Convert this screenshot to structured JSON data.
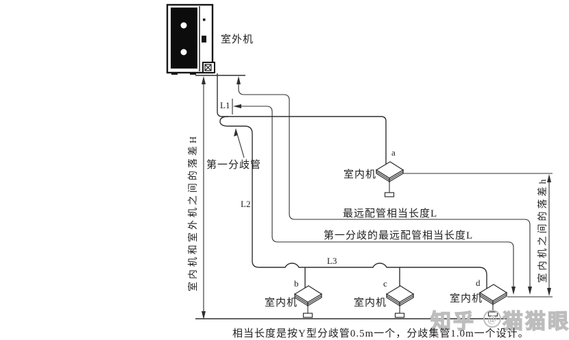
{
  "diagram": {
    "outdoor_unit": {
      "label": "室外机"
    },
    "units": [
      {
        "id": "a",
        "label": "室内机"
      },
      {
        "id": "b",
        "label": "室内机"
      },
      {
        "id": "c",
        "label": "室内机"
      },
      {
        "id": "d",
        "label": "室内机"
      }
    ],
    "pipe_labels": {
      "l1": "L1",
      "l2": "L2",
      "l3": "L3"
    },
    "first_branch": {
      "label": "第一分歧管"
    },
    "dimensions": {
      "left_vertical": "室内机和室外机之间的落差H",
      "right_vertical": "室内机之间的落差h",
      "farthest_pipe": "最远配管相当长度L",
      "first_branch_farthest": "第一分歧的最远配管相当长度L"
    },
    "footnote": "相当长度是按Y型分歧管0.5m一个，分歧集管1.0m一个设计。",
    "watermark": {
      "site": "知乎",
      "at_symbol": "@",
      "user": "猫猫眼"
    },
    "colors": {
      "line": "#2f2f2f",
      "text": "#1f1f1f",
      "watermark": "#c4c4c4",
      "background": "#ffffff"
    }
  }
}
